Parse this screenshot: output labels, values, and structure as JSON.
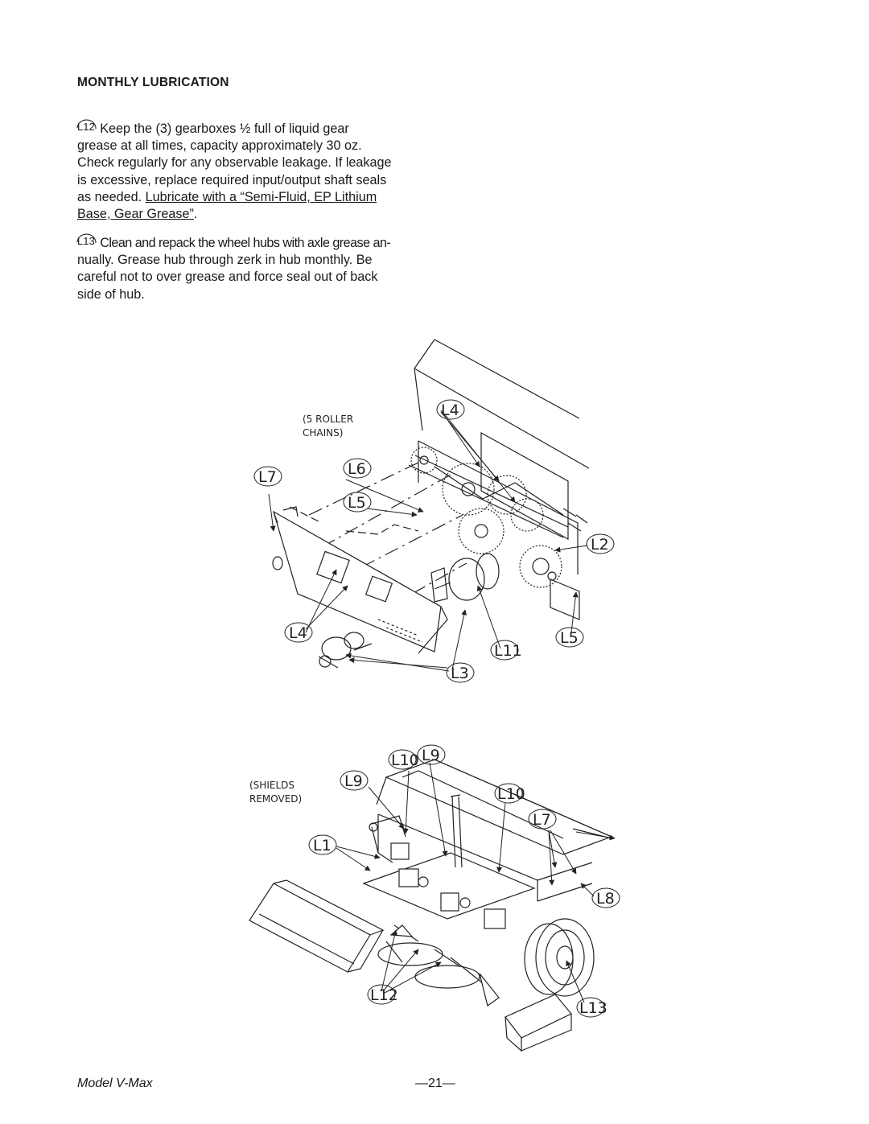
{
  "heading": "MONTHLY LUBRICATION",
  "items": [
    {
      "badge": "L12",
      "line1": "Keep the (3) gearboxes ½ full of liquid gear",
      "line2": "grease at all times, capacity approximately 30 oz.",
      "line3": "Check regularly for any observable leakage. If leakage",
      "line4": "is excessive, replace required input/output shaft seals",
      "line5_pre": "as needed. ",
      "line5_u": "Lubricate with a “Semi-Fluid, EP Lithium",
      "line6_u": "Base, Gear Grease”",
      "line6_post": "."
    },
    {
      "badge": "L13",
      "line1": "Clean and repack the wheel hubs with axle grease an-",
      "line2": "nually. Grease hub through zerk in hub monthly. Be",
      "line3": "careful not to over grease and force seal out of back",
      "line4": "side of hub."
    }
  ],
  "figure1": {
    "note_line1": "(5 ROLLER",
    "note_line2": "CHAINS)",
    "labels": [
      "L4",
      "L7",
      "L6",
      "L5",
      "L2",
      "L4",
      "L11",
      "L5",
      "L3"
    ]
  },
  "figure2": {
    "note_line1": "(SHIELDS",
    "note_line2": "REMOVED)",
    "labels": [
      "L10",
      "L9",
      "L9",
      "L10",
      "L7",
      "L1",
      "L8",
      "L12",
      "L13"
    ]
  },
  "footer": {
    "model": "Model V-Max",
    "page": "—21—"
  }
}
